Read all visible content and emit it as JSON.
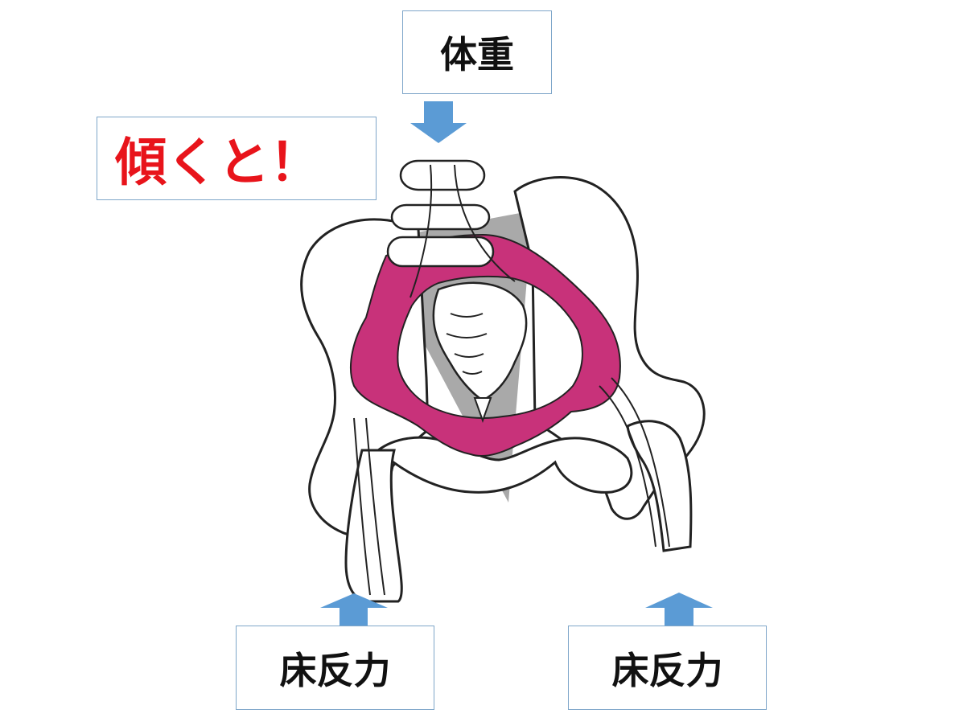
{
  "labels": {
    "body_weight": "体重",
    "tilt": "傾くと！",
    "floor_reaction_left": "床反力",
    "floor_reaction_right": "床反力"
  },
  "colors": {
    "arrow_blue": "#5b9bd5",
    "tilt_red": "#e8141b",
    "force_band_pink": "#c8327a",
    "bone_outline": "#222222",
    "triangle_gray": "#9a9a9a",
    "box_border": "#7ea6c9"
  },
  "icons": {
    "down_arrow": "arrow-down-icon",
    "up_arrow_left": "arrow-up-icon",
    "up_arrow_right": "arrow-up-icon"
  }
}
